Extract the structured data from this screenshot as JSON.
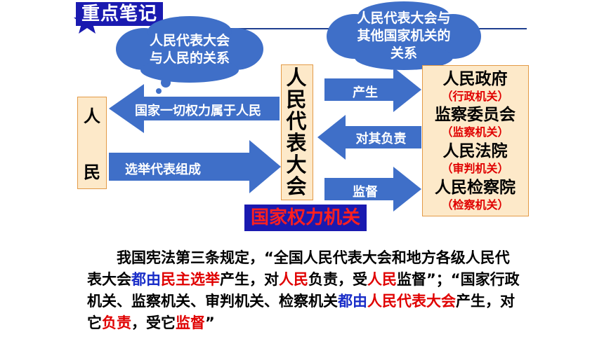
{
  "header": {
    "tag": "重点笔记"
  },
  "clouds": {
    "left_lines": [
      "人民代表大会",
      "与人民的关系"
    ],
    "right_lines": [
      "人民代表大会与",
      "其他国家机关的",
      "关系"
    ]
  },
  "people": {
    "chars": [
      "人",
      "民"
    ]
  },
  "npc": {
    "chars": [
      "人",
      "民",
      "代",
      "表",
      "大",
      "会"
    ]
  },
  "arrows": {
    "power": "国家一切权力属于人民",
    "elect": "选举代表组成",
    "produce": "产生",
    "responsible": "对其负责",
    "supervise": "监督"
  },
  "state_organs": [
    {
      "name": "人民政府",
      "type": "（行政机关）"
    },
    {
      "name": "监察委员会",
      "type": "（监察机关）"
    },
    {
      "name": "人民法院",
      "type": "（审判机关）"
    },
    {
      "name": "人民检察院",
      "type": "（检察机关）"
    }
  ],
  "power_organ_label": "国家权力机关",
  "paragraph": {
    "segments": [
      {
        "text": "我国宪法第三条规定，“全国人民代表大会和地方各级人民代表大会",
        "style": "normal"
      },
      {
        "text": "都由",
        "style": "blue"
      },
      {
        "text": "民主选举",
        "style": "red"
      },
      {
        "text": "产生，对",
        "style": "normal"
      },
      {
        "text": "人民",
        "style": "red"
      },
      {
        "text": "负责，受",
        "style": "normal"
      },
      {
        "text": "人民",
        "style": "red"
      },
      {
        "text": "监督”；“国家行政机关、监察机关、审判机关、检察机关",
        "style": "normal"
      },
      {
        "text": "都由",
        "style": "blue"
      },
      {
        "text": "人民代表大会",
        "style": "red"
      },
      {
        "text": "产生，对它",
        "style": "normal"
      },
      {
        "text": "负责",
        "style": "red"
      },
      {
        "text": "，受它",
        "style": "normal"
      },
      {
        "text": "监督",
        "style": "red"
      },
      {
        "text": "”",
        "style": "normal"
      }
    ]
  },
  "colors": {
    "arrow_blue": "#3f6fc8",
    "accent_red": "#e00000",
    "tag_blue": "#1a1ab0",
    "box_fill": "#fde9c9"
  }
}
